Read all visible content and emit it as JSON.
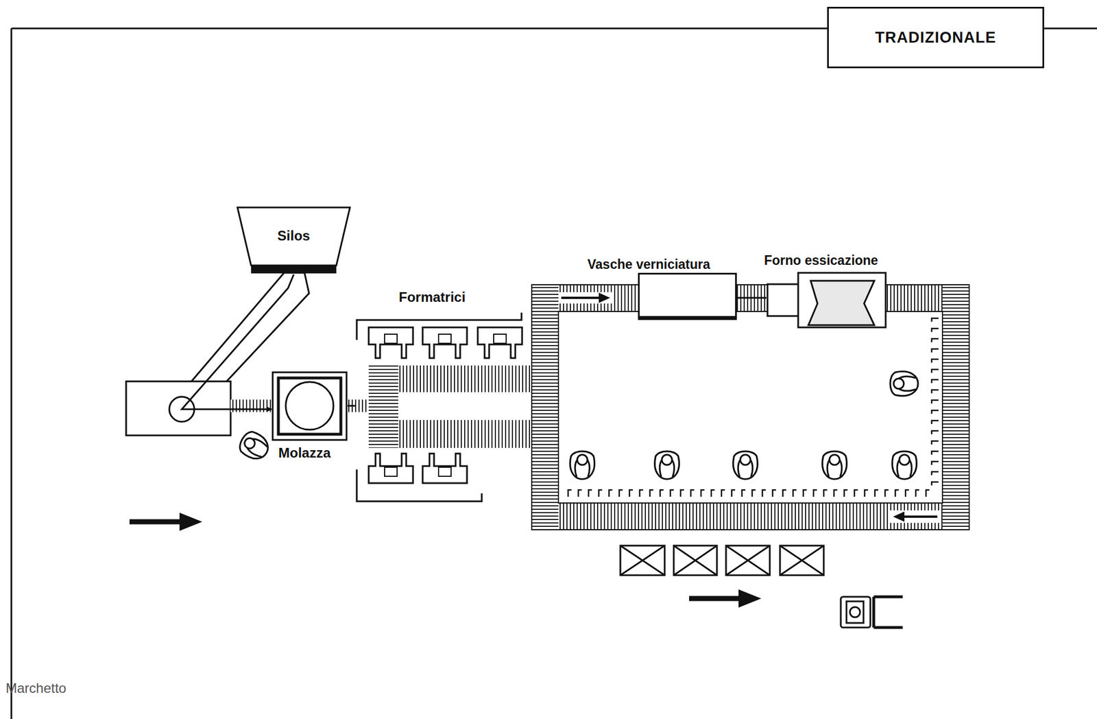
{
  "diagram": {
    "nodes": [
      {
        "text": [
          "TRADIZIONALE"
        ]
      },
      {
        "text": [
          "Silos"
        ]
      },
      {
        "text": [
          "Molazza"
        ]
      },
      {
        "text": [
          "Formatrici"
        ]
      },
      {
        "text": [
          "Vasche verniciatura"
        ]
      },
      {
        "text": [
          "Forno essicazione"
        ]
      }
    ],
    "edges": [
      {
        "from": 1,
        "to": 2,
        "arrow": "to"
      },
      {
        "from": 2,
        "to": 3,
        "arrow": "none"
      },
      {
        "from": 4,
        "to": 5,
        "arrow": "none"
      }
    ],
    "labels": [
      "Marchetto"
    ]
  }
}
